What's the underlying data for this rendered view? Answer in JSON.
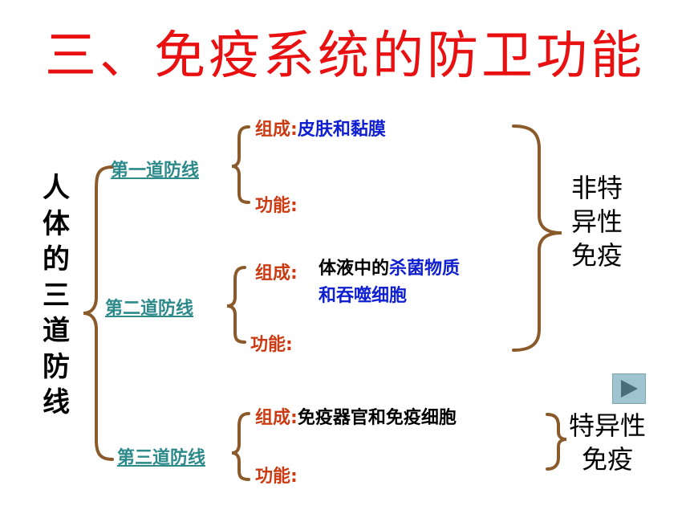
{
  "title": "三、免疫系统的防卫功能",
  "side_label": [
    "人",
    "体",
    "的",
    "三",
    "道",
    "防",
    "线"
  ],
  "lines": [
    {
      "name": "第一道防线",
      "composition_label": "组成:",
      "composition_text": "皮肤和黏膜",
      "function_label": "功能:"
    },
    {
      "name": "第二道防线",
      "composition_label": "组成:",
      "composition_text_plain": "体液中的",
      "composition_text_highlight": "杀菌物质",
      "composition_text_line2": "和吞噬细胞",
      "function_label": "功能:"
    },
    {
      "name": "第三道防线",
      "composition_label": "组成:",
      "composition_text": "免疫器官和免疫细胞",
      "function_label": "功能:"
    }
  ],
  "nonspecific": [
    "非特",
    "异性",
    "免疫"
  ],
  "specific": [
    "特异性",
    "免疫"
  ],
  "nav": {
    "icon": "play-icon"
  },
  "colors": {
    "title": "#e81010",
    "link": "#2d8a8a",
    "label": "#cc3a12",
    "blue": "#1020d0",
    "brace": "#8b5a2b"
  }
}
